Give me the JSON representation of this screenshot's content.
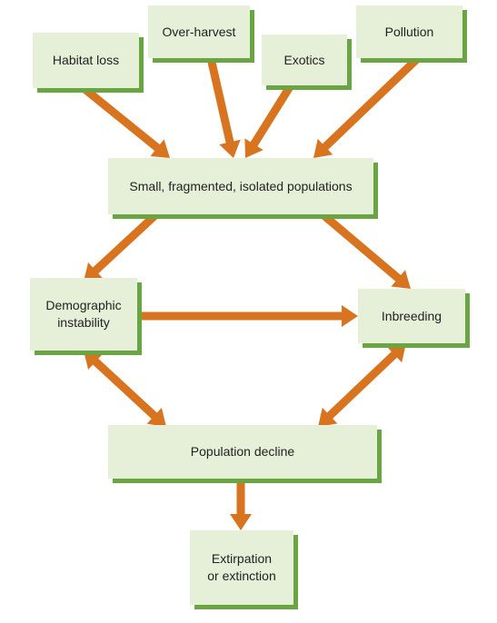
{
  "diagram": {
    "arrow_color": "#d8731f",
    "box_fill": "#e6efd8",
    "box_shadow": "#6aa544",
    "nodes": {
      "habitat_loss": "Habitat loss",
      "over_harvest": "Over-harvest",
      "exotics": "Exotics",
      "pollution": "Pollution",
      "small_populations": "Small, fragmented, isolated populations",
      "demographic_instability": "Demographic\ninstability",
      "inbreeding": "Inbreeding",
      "population_decline": "Population decline",
      "extirpation": "Extirpation\nor extinction"
    },
    "edges": [
      {
        "from": "habitat_loss",
        "to": "small_populations",
        "direction": "forward"
      },
      {
        "from": "over_harvest",
        "to": "small_populations",
        "direction": "forward"
      },
      {
        "from": "exotics",
        "to": "small_populations",
        "direction": "forward"
      },
      {
        "from": "pollution",
        "to": "small_populations",
        "direction": "forward"
      },
      {
        "from": "small_populations",
        "to": "demographic_instability",
        "direction": "forward"
      },
      {
        "from": "small_populations",
        "to": "inbreeding",
        "direction": "forward"
      },
      {
        "from": "demographic_instability",
        "to": "inbreeding",
        "direction": "forward"
      },
      {
        "from": "demographic_instability",
        "to": "population_decline",
        "direction": "both"
      },
      {
        "from": "inbreeding",
        "to": "population_decline",
        "direction": "both"
      },
      {
        "from": "population_decline",
        "to": "extirpation",
        "direction": "forward"
      }
    ]
  }
}
